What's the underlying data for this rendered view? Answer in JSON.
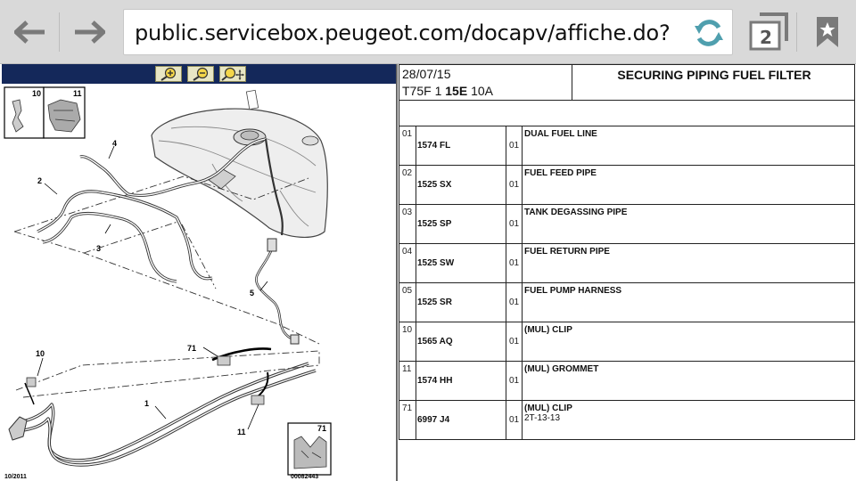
{
  "browser": {
    "url": "public.servicebox.peugeot.com/docapv/affiche.do?",
    "tab_count": "2",
    "icons": [
      "back-arrow-icon",
      "forward-arrow-icon",
      "reload-icon",
      "tabs-icon",
      "bookmark-star-icon"
    ]
  },
  "drawing": {
    "zoom_buttons": [
      "zoom-in-icon",
      "zoom-out-icon",
      "zoom-fit-icon"
    ],
    "callouts": [
      "10",
      "11",
      "4",
      "2",
      "3",
      "5",
      "71",
      "10",
      "1",
      "11",
      "71"
    ],
    "date_code": "10/2011",
    "drawing_number": "00082443"
  },
  "header": {
    "date": "28/07/15",
    "vehicle_prefix": "T75F 1",
    "vehicle_engine": "15E",
    "vehicle_suffix": "10A",
    "title": "SECURING PIPING FUEL FILTER"
  },
  "parts": [
    {
      "ref": "01",
      "number": "1574 FL",
      "qty": "01",
      "description": "DUAL FUEL LINE",
      "note": ""
    },
    {
      "ref": "02",
      "number": "1525 SX",
      "qty": "01",
      "description": "FUEL FEED PIPE",
      "note": ""
    },
    {
      "ref": "03",
      "number": "1525 SP",
      "qty": "01",
      "description": "TANK DEGASSING PIPE",
      "note": ""
    },
    {
      "ref": "04",
      "number": "1525 SW",
      "qty": "01",
      "description": "FUEL RETURN PIPE",
      "note": ""
    },
    {
      "ref": "05",
      "number": "1525 SR",
      "qty": "01",
      "description": "FUEL PUMP HARNESS",
      "note": ""
    },
    {
      "ref": "10",
      "number": "1565 AQ",
      "qty": "01",
      "description": "(MUL) CLIP",
      "note": ""
    },
    {
      "ref": "11",
      "number": "1574 HH",
      "qty": "01",
      "description": "(MUL) GROMMET",
      "note": ""
    },
    {
      "ref": "71",
      "number": "6997 J4",
      "qty": "01",
      "description": "(MUL) CLIP",
      "note": "2T-13-13"
    }
  ],
  "colors": {
    "toolbar_bg": "#d9d9d9",
    "icon_gray": "#7a7a7a",
    "reload_teal": "#4f9fae",
    "zoombar_navy": "#14285a",
    "zoom_button_bg": "#e8e6c4"
  }
}
